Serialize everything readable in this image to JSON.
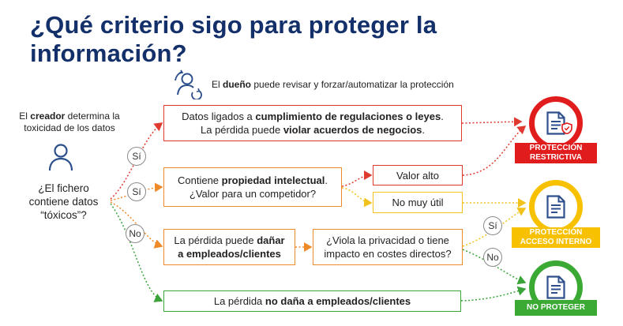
{
  "title": "¿Qué criterio sigo para proteger la información?",
  "owner": {
    "prefix": "El ",
    "bold": "dueño",
    "suffix": " puede revisar y forzar/automatizar la protección"
  },
  "creator": {
    "prefix": "El ",
    "bold": "creador",
    "suffix": " determina la toxicidad de los datos"
  },
  "question": {
    "line1": "¿El fichero",
    "line2": "contiene datos",
    "line3": "“tóxicos”?"
  },
  "boxes": {
    "regulations": {
      "a": "Datos ligados a ",
      "a_bold": "cumplimiento de regulaciones o leyes",
      "a_end": ".",
      "b": "La pérdida puede ",
      "b_bold": "violar acuerdos de negocios",
      "b_end": "."
    },
    "ip": {
      "a": "Contiene ",
      "a_bold": "propiedad intelectual",
      "a_end": ".",
      "b": "¿Valor para un competidor?"
    },
    "high_value": "Valor alto",
    "not_useful": "No muy útil",
    "harm": {
      "a": "La pérdida puede ",
      "a_bold": "dañar",
      "b_bold": "a empleados/clientes"
    },
    "privacy": {
      "a": "¿Viola la privacidad o tiene",
      "b": "impacto en costes directos?"
    },
    "no_harm": {
      "a": "La pérdida ",
      "a_bold": "no daña a empleados/clientes"
    }
  },
  "branch_labels": {
    "yes_1": "Sí",
    "yes_2": "Sí",
    "no_1": "No",
    "yes_3": "Sí",
    "no_2": "No"
  },
  "outcomes": {
    "restrictive": {
      "line1": "PROTECCIÓN",
      "line2": "RESTRICTIVA",
      "color": "#e01c1c"
    },
    "internal": {
      "line1": "PROTECCIÓN",
      "line2": "ACCESO INTERNO",
      "color": "#f7c100"
    },
    "none": {
      "line1": "NO PROTEGER",
      "color": "#3aaa35"
    }
  },
  "colors": {
    "title": "#14306a",
    "icon_blue": "#2d4f8c",
    "red": "#e03a30",
    "orange": "#ee8a2a",
    "yellow": "#f1c21b",
    "green": "#3aa33a"
  }
}
